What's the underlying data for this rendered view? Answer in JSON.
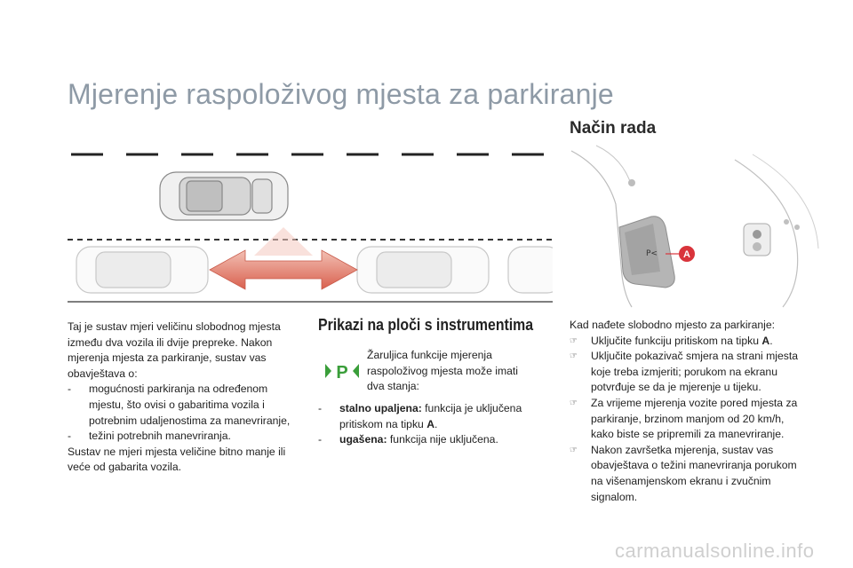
{
  "page": {
    "title": "Mjerenje raspoloživog mjesta za parkiranje"
  },
  "section_mode": {
    "heading": "Način rada",
    "callout_label": "A"
  },
  "intro": {
    "paragraph": "Taj je sustav mjeri veličinu slobodnog mjesta između dva vozila ili dvije prepreke. Nakon mjerenja mjesta za parkiranje, sustav vas obavještava o:",
    "items": [
      "mogućnosti parkiranja na određenom mjestu, što ovisi o gabaritima vozila i potrebnim udaljenostima za manevriranje,",
      "težini potrebnih manevriranja."
    ],
    "dash": "-",
    "closing": "Sustav ne mjeri mjesta veličine bitno manje ili veće od gabarita vozila."
  },
  "instrument_panel": {
    "heading": "Prikazi na ploči s instrumentima",
    "icon": "parking-measure-lamp-icon",
    "icon_color": "#3a9e3a",
    "lamp_text": "Žaruljica funkcije mjerenja raspoloživog mjesta može imati dva stanja:",
    "states": [
      {
        "label": "stalno upaljena:",
        "text": " funkcija je uključena pritiskom na tipku ",
        "key": "A",
        "end": "."
      },
      {
        "label": "ugašena:",
        "text": " funkcija nije uključena.",
        "key": "",
        "end": ""
      }
    ]
  },
  "procedure": {
    "intro": "Kad nađete slobodno mjesto za parkiranje:",
    "bullet_glyph": "☞",
    "steps": [
      {
        "text": "Uključite funkciju pritiskom na tipku ",
        "key": "A",
        "end": "."
      },
      {
        "text": "Uključite pokazivač smjera na strani mjesta koje treba izmjeriti; porukom na ekranu potvrđuje se da je mjerenje u tijeku.",
        "key": "",
        "end": ""
      },
      {
        "text": "Za vrijeme mjerenja vozite pored mjesta za parkiranje, brzinom manjom od 20 km/h, kako biste se pripremili za manevriranje.",
        "key": "",
        "end": ""
      },
      {
        "text": "Nakon završetka mjerenja, sustav vas obavještava o težini manevriranja porukom na višenamjenskom ekranu i zvučnim signalom.",
        "key": "",
        "end": ""
      }
    ]
  },
  "footer": {
    "watermark": "carmanualsonline.info"
  },
  "colors": {
    "title": "#8e9aa6",
    "arrow": "#e07868",
    "callout": "#d9343b",
    "lamp": "#3a9e3a"
  }
}
